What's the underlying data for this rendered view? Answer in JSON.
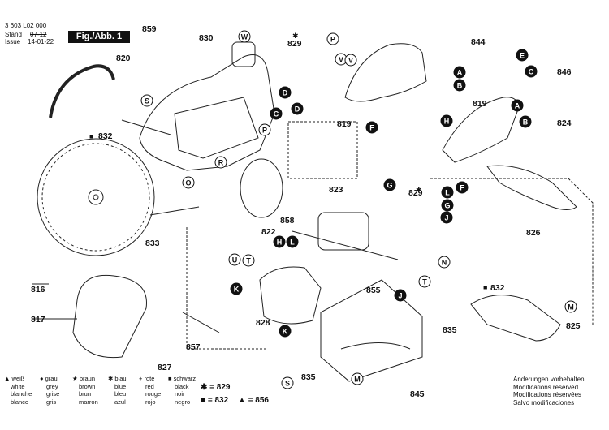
{
  "header": {
    "doc_number": "3 603 L02 000",
    "stand_label": "Stand",
    "stand_value": "07-12",
    "issue_label": "Issue",
    "issue_value": "14-01-22",
    "figure_label": "Fig./Abb. 1"
  },
  "parts": [
    "844",
    "846",
    "859",
    "830",
    "820",
    "829",
    "819",
    "824",
    "832",
    "823",
    "858",
    "826",
    "822",
    "833",
    "855",
    "816",
    "817",
    "828",
    "835",
    "825",
    "857",
    "827",
    "845"
  ],
  "letters": [
    "W",
    "P",
    "V",
    "S",
    "R",
    "O",
    "A",
    "B",
    "C",
    "D",
    "E",
    "F",
    "G",
    "H",
    "J",
    "K",
    "L",
    "M",
    "N",
    "T",
    "U"
  ],
  "legend": {
    "columns": [
      {
        "symbol": "▲",
        "de": "weiß",
        "en": "white",
        "fr": "blanche",
        "es": "blanco"
      },
      {
        "symbol": "●",
        "de": "grau",
        "en": "grey",
        "fr": "grise",
        "es": "gris"
      },
      {
        "symbol": "★",
        "de": "braun",
        "en": "brown",
        "fr": "brun",
        "es": "marron"
      },
      {
        "symbol": "✱",
        "de": "blau",
        "en": "blue",
        "fr": "bleu",
        "es": "azul"
      },
      {
        "symbol": "+",
        "de": "rote",
        "en": "red",
        "fr": "rouge",
        "es": "rojo"
      },
      {
        "symbol": "■",
        "de": "schwarz",
        "en": "black",
        "fr": "noir",
        "es": "negro"
      }
    ],
    "equivalences": [
      {
        "symbol": "✱",
        "equals": "= 829"
      },
      {
        "symbol": "■",
        "equals": "= 832"
      },
      {
        "symbol": "▲",
        "equals": "= 856"
      }
    ]
  },
  "notes": [
    "Änderungen vorbehalten",
    "Modifications reserved",
    "Modifications réservées",
    "Salvo modificaciones"
  ]
}
